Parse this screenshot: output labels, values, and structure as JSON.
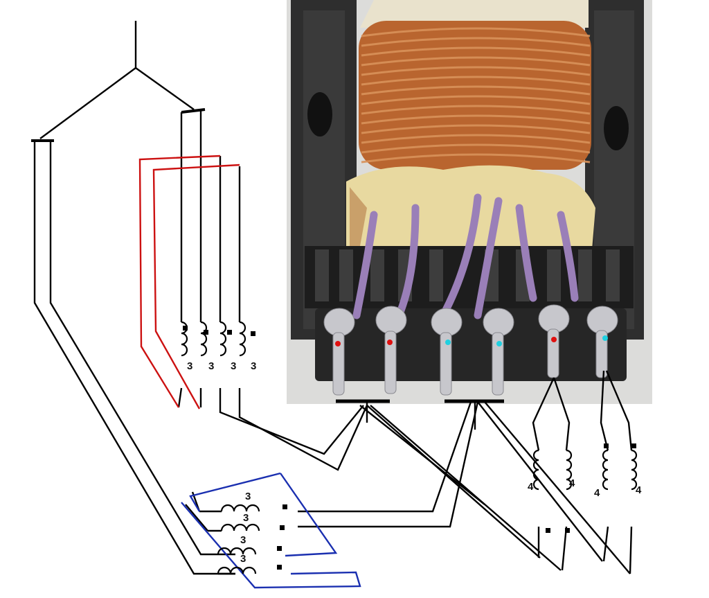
{
  "diagram": {
    "winding_turns_label": "3",
    "output_winding_turns_label": "4",
    "colors": {
      "wire": "#000000",
      "red_pair": "#cc1111",
      "blue_loop": "#1a2fb0",
      "pin_dot_red": "#e01010",
      "pin_dot_cyan": "#20d0e0",
      "core": "#2b2b2b",
      "copper": "#b9652f",
      "tape": "#e8d9a0",
      "wire_lead": "#9a7fb8",
      "solder": "#c7c7cc"
    },
    "photo": {
      "subject": "transformer-bobbin-photo"
    }
  }
}
